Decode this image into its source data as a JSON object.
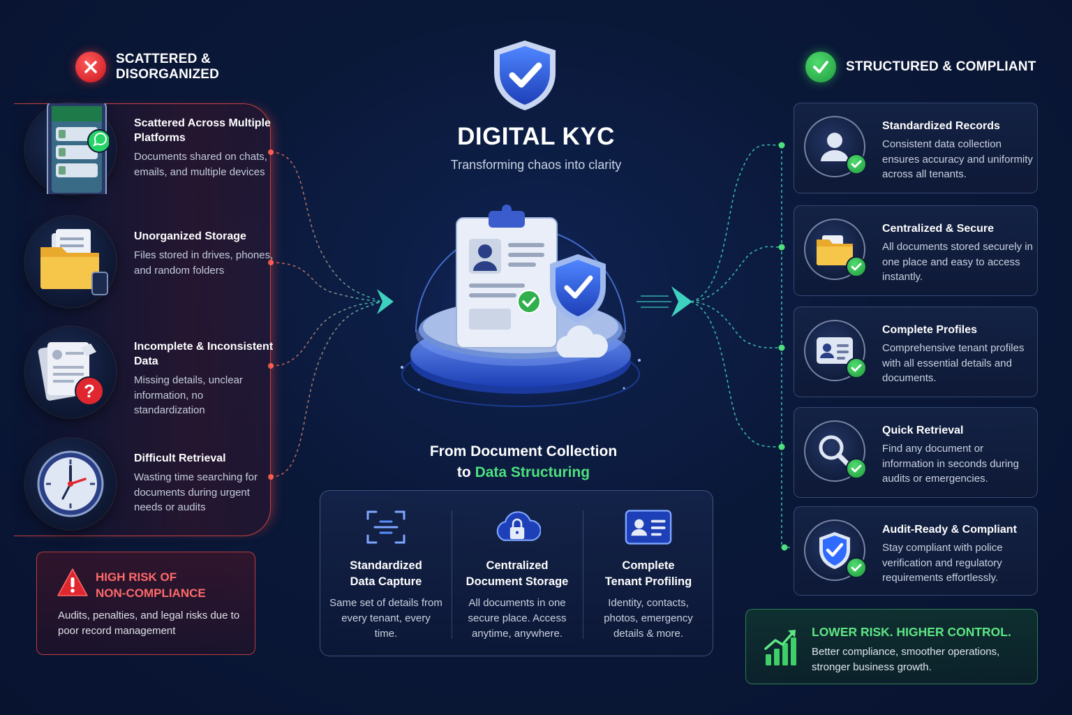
{
  "left": {
    "heading_line1": "SCATTERED &",
    "heading_line2": "DISORGANIZED",
    "items": [
      {
        "title": "Scattered Across Multiple Platforms",
        "desc": "Documents shared on chats, emails, and multiple devices",
        "icon": "phone-chat-icon"
      },
      {
        "title": "Unorganized Storage",
        "desc": "Files stored in drives, phones, and random folders",
        "icon": "folder-icon"
      },
      {
        "title": "Incomplete & Inconsistent Data",
        "desc": "Missing details, unclear information, no standardization",
        "icon": "question-document-icon"
      },
      {
        "title": "Difficult Retrieval",
        "desc": "Wasting time searching for documents during urgent needs or audits",
        "icon": "clock-icon"
      }
    ],
    "risk": {
      "title_line1": "HIGH RISK OF",
      "title_line2": "NON-COMPLIANCE",
      "desc": "Audits, penalties, and legal risks due to poor record management"
    }
  },
  "center": {
    "title": "DIGITAL KYC",
    "subtitle": "Transforming chaos into clarity",
    "flow_line1": "From Document Collection",
    "flow_to": "to",
    "flow_highlight": "Data Structuring",
    "features": [
      {
        "title_line1": "Standardized",
        "title_line2": "Data Capture",
        "desc": "Same set of details from every tenant, every time.",
        "icon": "scan-icon"
      },
      {
        "title_line1": "Centralized",
        "title_line2": "Document Storage",
        "desc": "All documents in one secure place. Access anytime, anywhere.",
        "icon": "cloud-lock-icon"
      },
      {
        "title_line1": "Complete",
        "title_line2": "Tenant Profiling",
        "desc": "Identity, contacts, photos, emergency details & more.",
        "icon": "id-card-icon"
      }
    ]
  },
  "right": {
    "heading": "STRUCTURED & COMPLIANT",
    "cards": [
      {
        "title": "Standardized Records",
        "desc": "Consistent data collection ensures accuracy and uniformity across all tenants.",
        "icon": "user-icon"
      },
      {
        "title": "Centralized & Secure",
        "desc": "All documents stored securely in one place and easy to access instantly.",
        "icon": "folder-icon"
      },
      {
        "title": "Complete Profiles",
        "desc": "Comprehensive tenant profiles with all essential details and documents.",
        "icon": "id-card-icon"
      },
      {
        "title": "Quick Retrieval",
        "desc": "Find any document or information in seconds during audits or emergencies.",
        "icon": "magnifier-icon"
      },
      {
        "title": "Audit-Ready & Compliant",
        "desc": "Stay compliant with police verification and regulatory requirements effortlessly.",
        "icon": "shield-check-icon"
      }
    ],
    "lower": {
      "title": "LOWER RISK. HIGHER CONTROL.",
      "desc": "Better compliance, smoother operations, stronger business growth."
    }
  },
  "colors": {
    "background": "#0a1838",
    "problem_red": "#ff5046",
    "success_green": "#4ee07e",
    "accent_blue": "#2f6bff",
    "connector_teal": "#3fd1c0"
  }
}
